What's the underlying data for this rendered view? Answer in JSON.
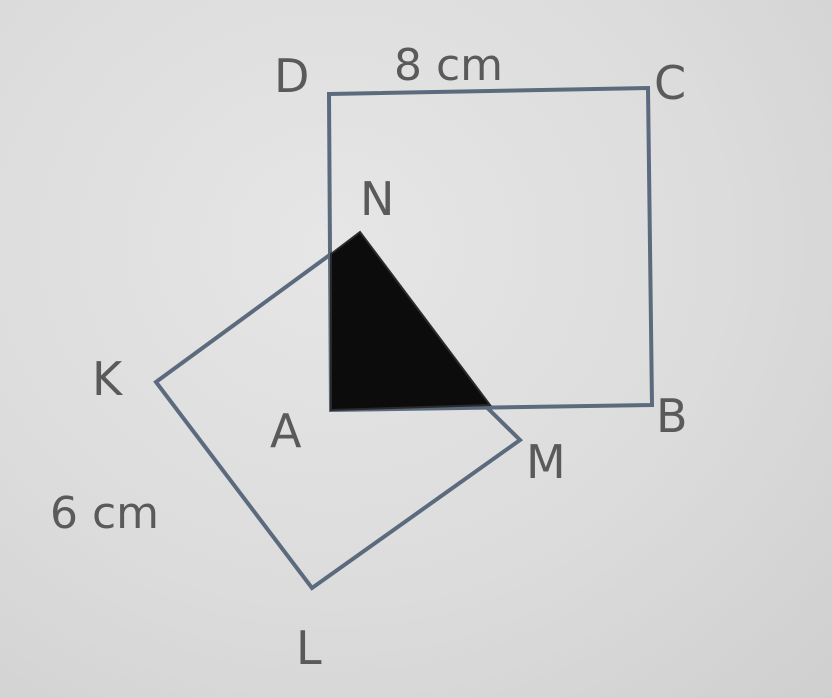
{
  "figure": {
    "labels": {
      "D": "D",
      "C": "C",
      "B": "B",
      "A": "A",
      "N": "N",
      "K": "K",
      "L": "L",
      "M": "M"
    },
    "measurements": {
      "top_side": "8 cm",
      "left_side": "6 cm"
    },
    "colors": {
      "line": "#5c6a7e",
      "shaded_region": "#0c0c0c",
      "text": "#5a5a5a"
    }
  }
}
